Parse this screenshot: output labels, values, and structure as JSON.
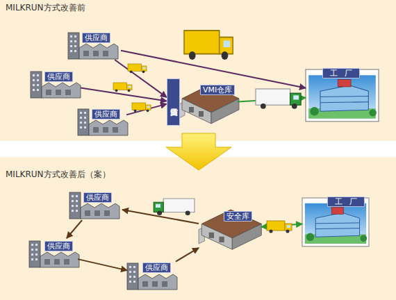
{
  "diagram": {
    "nodes": [
      {
        "text": [
          "供应商"
        ]
      },
      {
        "text": [
          "供应商"
        ]
      },
      {
        "text": [
          "供应商"
        ]
      },
      {
        "text": [
          "供应商送货"
        ]
      },
      {
        "text": [
          "VMI仓库"
        ]
      },
      {
        "text": [
          "工厂"
        ]
      },
      {
        "text": [
          "供应商"
        ]
      },
      {
        "text": [
          "供应商"
        ]
      },
      {
        "text": [
          "供应商"
        ]
      },
      {
        "text": [
          "安全库"
        ]
      },
      {
        "text": [
          "工厂"
        ]
      }
    ],
    "edges": [
      {
        "from": 0,
        "to": 5,
        "arrow": "to"
      },
      {
        "from": 0,
        "to": 3,
        "arrow": "to"
      },
      {
        "from": 1,
        "to": 3,
        "arrow": "to"
      },
      {
        "from": 2,
        "to": 3,
        "arrow": "to"
      },
      {
        "from": 4,
        "to": 5,
        "arrow": "to"
      },
      {
        "from": 9,
        "to": 6,
        "arrow": "to"
      },
      {
        "from": 6,
        "to": 7,
        "arrow": "to"
      },
      {
        "from": 7,
        "to": 8,
        "arrow": "to"
      },
      {
        "from": 8,
        "to": 9,
        "arrow": "to"
      },
      {
        "from": 9,
        "to": 10,
        "arrow": "both"
      }
    ],
    "labels": [
      "MILKRUN方式改善前",
      "MILKRUN方式改善后（案）"
    ]
  }
}
